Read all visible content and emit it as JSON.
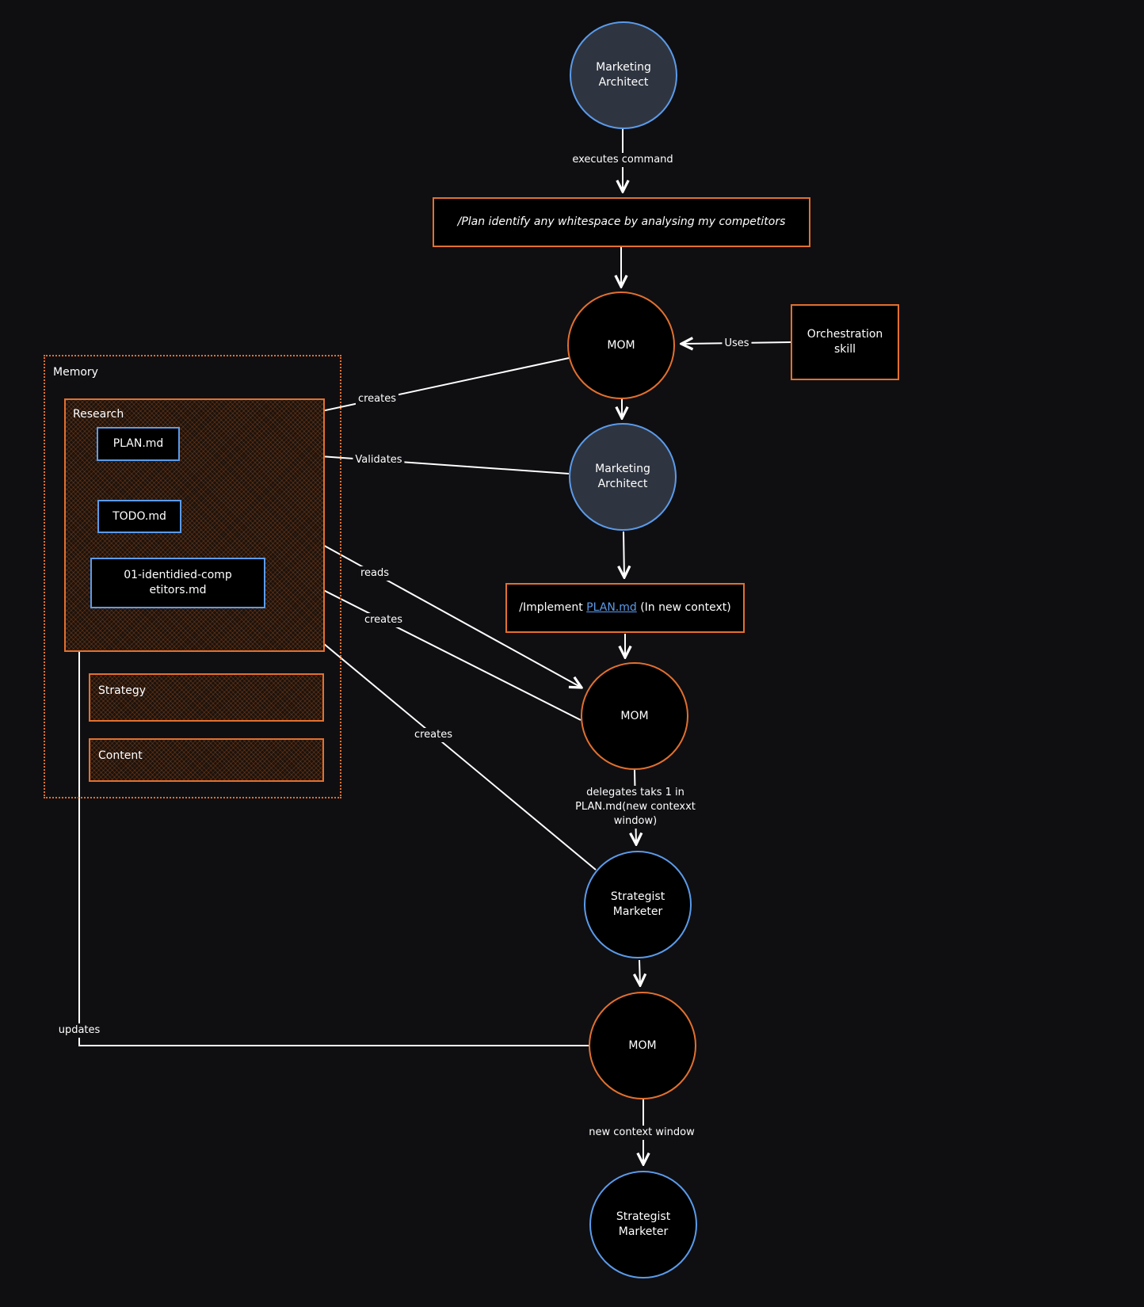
{
  "nodes": {
    "architect_top": "Marketing Architect",
    "plan_command": "/Plan identify any whitespace by analysing my competitors",
    "mom_1": "MOM",
    "orchestration": "Orchestration skill",
    "architect_mid": "Marketing Architect",
    "implement_prefix": "/Implement ",
    "implement_link": "PLAN.md",
    "implement_suffix": " (In new context)",
    "mom_2": "MOM",
    "strategist_1": "Strategist Marketer",
    "mom_3": "MOM",
    "strategist_2": "Strategist Marketer"
  },
  "memory": {
    "title": "Memory",
    "research": {
      "title": "Research",
      "files": [
        "PLAN.md",
        "TODO.md",
        "01-identidied-competitors.md"
      ]
    },
    "strategy": "Strategy",
    "content": "Content"
  },
  "edges": {
    "executes_command": "executes command",
    "uses": "Uses",
    "creates_plan": "creates",
    "validates": "Validates",
    "reads": "reads",
    "creates_todo": "creates",
    "creates_competitors": "creates",
    "delegates": "delegates taks 1 in PLAN.md(new contexxt window)",
    "updates": "updates",
    "new_context": "new context window"
  },
  "colors": {
    "background": "#0f0f12",
    "orange": "#e2702f",
    "blue": "#5b9bea",
    "slate": "#2f3540",
    "line": "#ffffff"
  }
}
